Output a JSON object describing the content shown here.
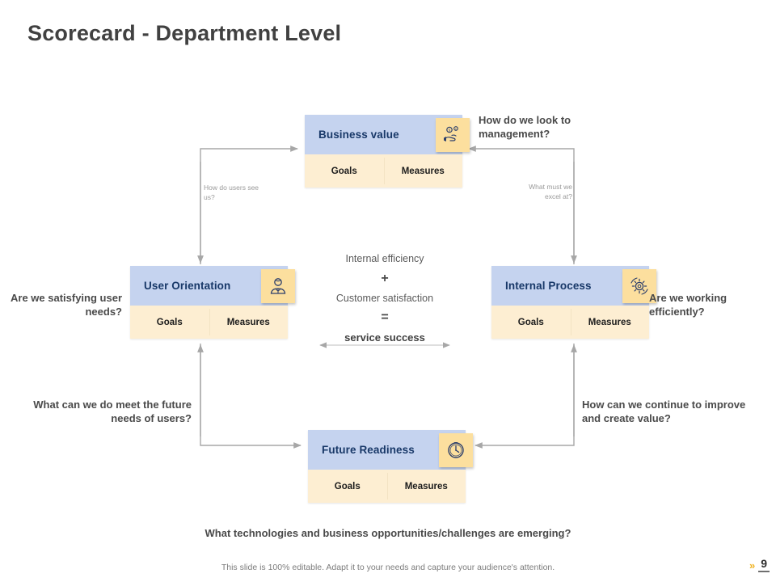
{
  "slide": {
    "title": "Scorecard - Department Level",
    "page_number": "9",
    "chevron": "»",
    "footer_note": "This slide is 100% editable. Adapt it to your needs and capture your audience's attention.",
    "colors": {
      "card_header": "#c5d3ef",
      "card_body": "#fdeed2",
      "icon_badge": "#fcdf9e",
      "title_text": "#414141",
      "card_title_text": "#183868",
      "accent_chevron": "#f0b323",
      "connector": "#a7a7a7"
    }
  },
  "cards": [
    {
      "id": "business-value",
      "title": "Business value",
      "icon": "hand-holding-coins-icon",
      "goals_label": "Goals",
      "measures_label": "Measures"
    },
    {
      "id": "user-orientation",
      "title": "User Orientation",
      "icon": "person-user-icon",
      "goals_label": "Goals",
      "measures_label": "Measures"
    },
    {
      "id": "internal-process",
      "title": "Internal Process",
      "icon": "gear-process-icon",
      "goals_label": "Goals",
      "measures_label": "Measures"
    },
    {
      "id": "future-readiness",
      "title": "Future Readiness",
      "icon": "clock-icon",
      "goals_label": "Goals",
      "measures_label": "Measures"
    }
  ],
  "questions": {
    "management": "How do we look to management?",
    "user_needs": "Are we satisfying user needs?",
    "efficiency": "Are we working efficiently?",
    "future_needs": "What can we do meet the future needs of users?",
    "improve_value": "How can we continue to improve and create value?",
    "emerging": "What technologies and business opportunities/challenges are emerging?",
    "users_see": "How do users see us?",
    "excel_at": "What must we excel at?"
  },
  "equation": {
    "line1": "Internal efficiency",
    "operator1": "+",
    "line2": "Customer satisfaction",
    "operator2": "=",
    "result": "service success"
  }
}
